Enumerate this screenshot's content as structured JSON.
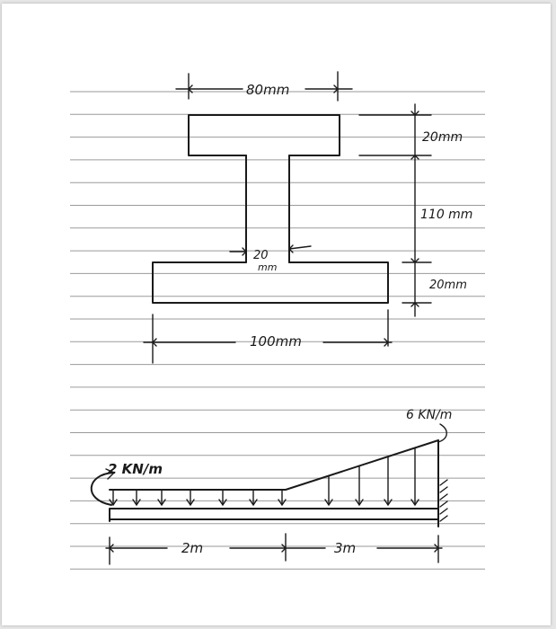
{
  "section": {
    "top_flange_width": "80mm",
    "top_flange_thickness": "20mm",
    "web_height": "110 mm",
    "web_thickness_value": "20",
    "web_thickness_unit": "mm",
    "bottom_flange_thickness": "20mm",
    "bottom_flange_width": "100mm"
  },
  "beam": {
    "udl_label": "2 KN/m",
    "peak_load_label": "6 KN/m",
    "span_left": "2m",
    "span_right": "3m"
  }
}
